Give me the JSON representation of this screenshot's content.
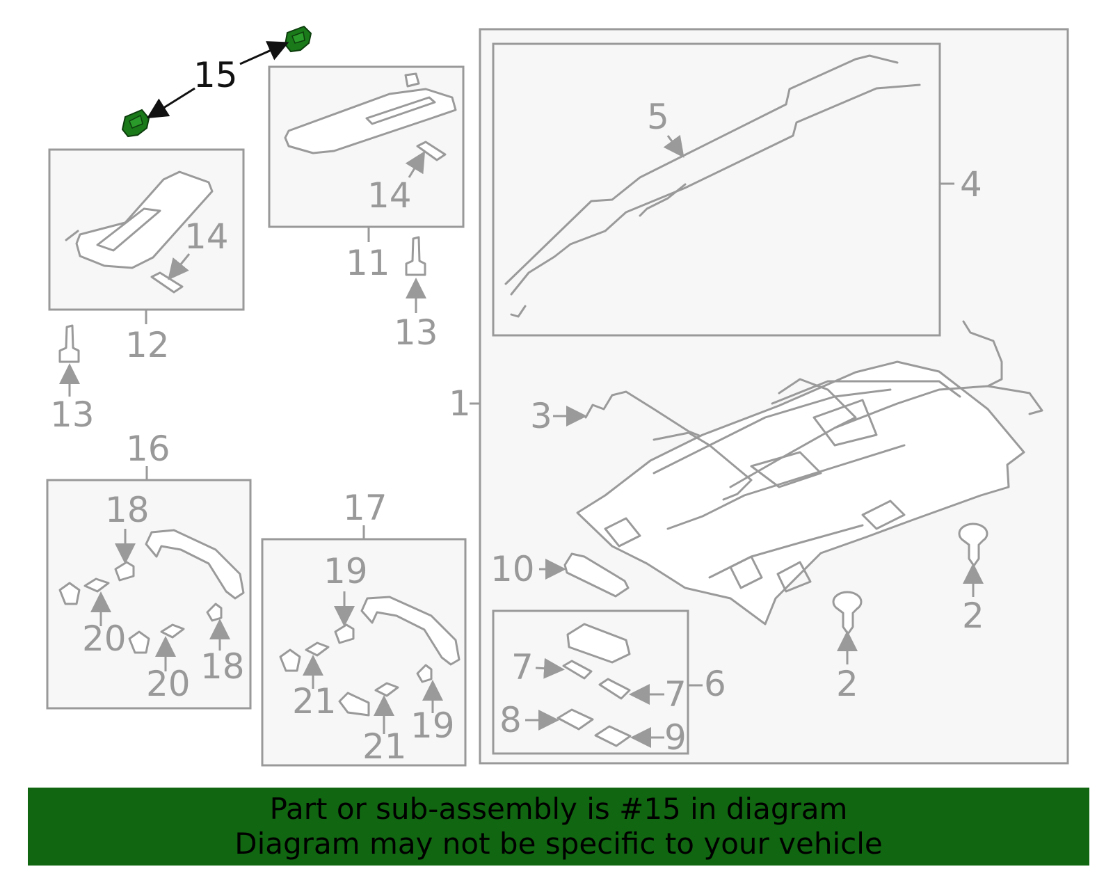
{
  "callouts": {
    "c1": "1",
    "c2a": "2",
    "c2b": "2",
    "c3": "3",
    "c4": "4",
    "c5": "5",
    "c6": "6",
    "c7a": "7",
    "c7b": "7",
    "c8": "8",
    "c9": "9",
    "c10": "10",
    "c11": "11",
    "c12": "12",
    "c13a": "13",
    "c13b": "13",
    "c14a": "14",
    "c14b": "14",
    "c15": "15",
    "c16": "16",
    "c17": "17",
    "c18a": "18",
    "c18b": "18",
    "c19a": "19",
    "c19b": "19",
    "c20a": "20",
    "c20b": "20",
    "c21a": "21",
    "c21b": "21"
  },
  "highlighted_part": "15",
  "banner": {
    "line1": "Part or sub-assembly is #15 in diagram",
    "line2": "Diagram may not be specific to your vehicle"
  },
  "colors": {
    "banner_bg": "#116611",
    "highlight_part": "#1a7a1a",
    "line_gray": "#999999"
  }
}
